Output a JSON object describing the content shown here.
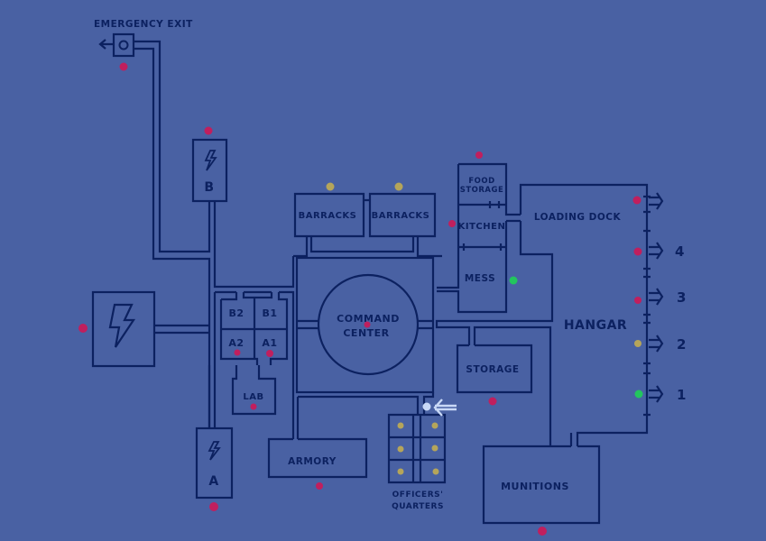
{
  "map": {
    "title": "Base Floor Plan",
    "colors": {
      "background": "#4961a3",
      "walls": "#0c2160",
      "status_red": "#c01f5e",
      "status_yellow": "#b5a55a",
      "status_green": "#22c55e",
      "you_marker": "#c9d9f7"
    },
    "rooms": {
      "emergency_exit": "EMERGENCY EXIT",
      "generator_b_letter": "B",
      "generator_a_letter": "A",
      "barracks_1": "BARRACKS",
      "barracks_2": "BARRACKS",
      "food_storage_1": "FOOD",
      "food_storage_2": "STORAGE",
      "kitchen": "KITCHEN",
      "mess": "MESS",
      "loading_dock": "LOADING DOCK",
      "hangar": "HANGAR",
      "command_center_1": "COMMAND",
      "command_center_2": "CENTER",
      "b2": "B2",
      "b1": "B1",
      "a2": "A2",
      "a1": "A1",
      "lab": "LAB",
      "storage": "STORAGE",
      "armory": "ARMORY",
      "officers_quarters_1": "OFFICERS'",
      "officers_quarters_2": "QUARTERS",
      "munitions": "MUNITIONS"
    },
    "hangar_bays": [
      "4",
      "3",
      "2",
      "1"
    ],
    "status": {
      "emergency_exit": "red",
      "generator_b": "red",
      "main_generator": "red",
      "generator_a": "red",
      "barracks_1": "yellow",
      "barracks_2": "yellow",
      "food_storage": "red",
      "kitchen": "red",
      "mess": "green",
      "loading_dock_gate": "red",
      "bay_4": "red",
      "bay_3": "red",
      "bay_2": "yellow",
      "bay_1": "green",
      "a2": "red",
      "a1": "red",
      "lab": "red",
      "command_center": "red",
      "storage": "red",
      "armory": "red",
      "munitions": "red",
      "officers_quarters": [
        "yellow",
        "yellow",
        "yellow",
        "yellow",
        "yellow",
        "yellow"
      ]
    },
    "you_are_here": "you-are-here-marker"
  }
}
